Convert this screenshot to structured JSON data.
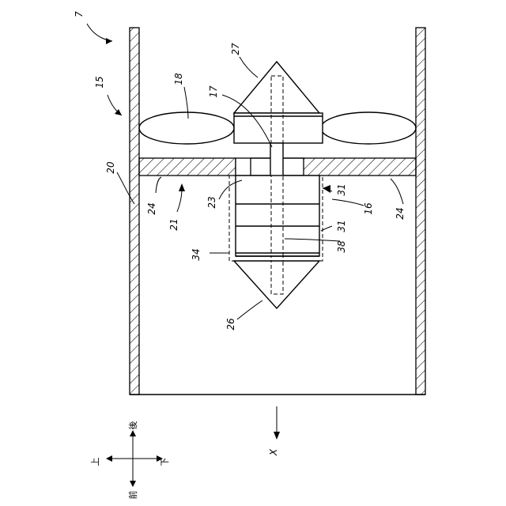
{
  "labels": {
    "fig_number": "7",
    "ref_15": "15",
    "ref_18": "18",
    "ref_27": "27",
    "ref_17": "17",
    "ref_20": "20",
    "ref_24_left": "24",
    "ref_21": "21",
    "ref_23": "23",
    "ref_31_top": "31",
    "ref_16": "16",
    "ref_24_right": "24",
    "ref_31_bottom": "31",
    "ref_38": "38",
    "ref_34": "34",
    "ref_26": "26",
    "axis_x": "X"
  },
  "orientation": {
    "up": "上",
    "down": "下",
    "rear": "後",
    "front": "前"
  }
}
